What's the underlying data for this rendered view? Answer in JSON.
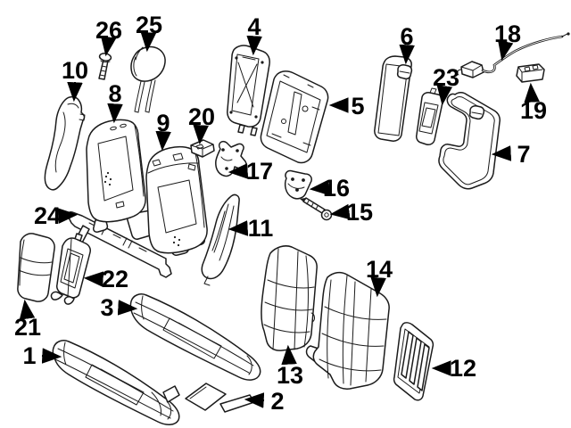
{
  "diagram": {
    "background_color": "#ffffff",
    "line_color": "#1b1b1b",
    "label_color": "#000000",
    "callouts": [
      {
        "number": "1"
      },
      {
        "number": "2"
      },
      {
        "number": "3"
      },
      {
        "number": "4"
      },
      {
        "number": "5"
      },
      {
        "number": "6"
      },
      {
        "number": "7"
      },
      {
        "number": "8"
      },
      {
        "number": "9"
      },
      {
        "number": "10"
      },
      {
        "number": "11"
      },
      {
        "number": "12"
      },
      {
        "number": "13"
      },
      {
        "number": "14"
      },
      {
        "number": "15"
      },
      {
        "number": "16"
      },
      {
        "number": "17"
      },
      {
        "number": "18"
      },
      {
        "number": "19"
      },
      {
        "number": "20"
      },
      {
        "number": "21"
      },
      {
        "number": "22"
      },
      {
        "number": "23"
      },
      {
        "number": "24"
      },
      {
        "number": "25"
      },
      {
        "number": "26"
      }
    ]
  }
}
